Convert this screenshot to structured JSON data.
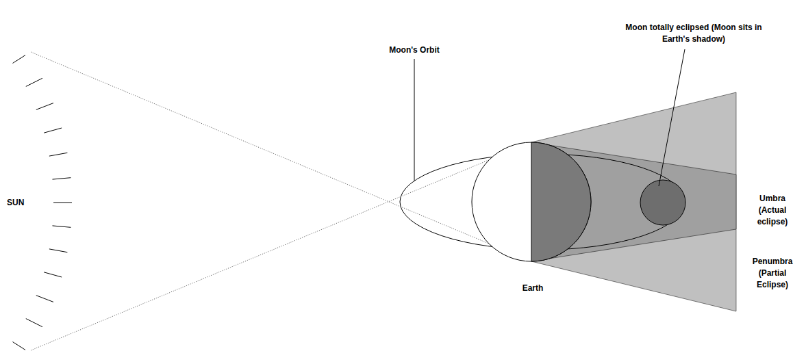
{
  "diagram": {
    "labels": [
      "Moon totally eclipsed (Moon sits in Earth's shadow)",
      "Moon's Orbit",
      "SUN",
      "Umbra (Actual eclipse)",
      "Earth",
      "Penumbra (Partial Eclipse)"
    ]
  }
}
